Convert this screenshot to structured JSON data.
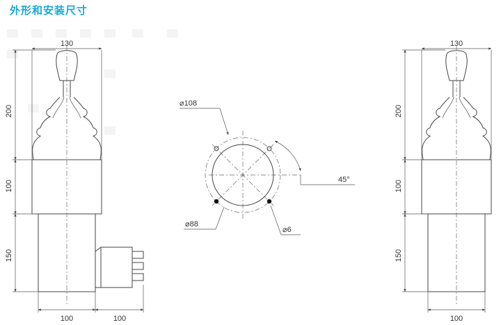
{
  "title": "外形和安装尺寸",
  "left_view": {
    "width_top": "130",
    "height_boot": "200",
    "height_body": "100",
    "height_lower": "150",
    "width_bottom": "100",
    "width_terminal": "100"
  },
  "center_view": {
    "outer_diameter": "⌀108",
    "bolt_circle": "⌀88",
    "hole_diameter": "⌀6",
    "angle": "45°"
  },
  "right_view": {
    "width_top": "130",
    "height_boot": "200",
    "height_body": "100",
    "height_lower": "150",
    "width_bottom": "100"
  }
}
